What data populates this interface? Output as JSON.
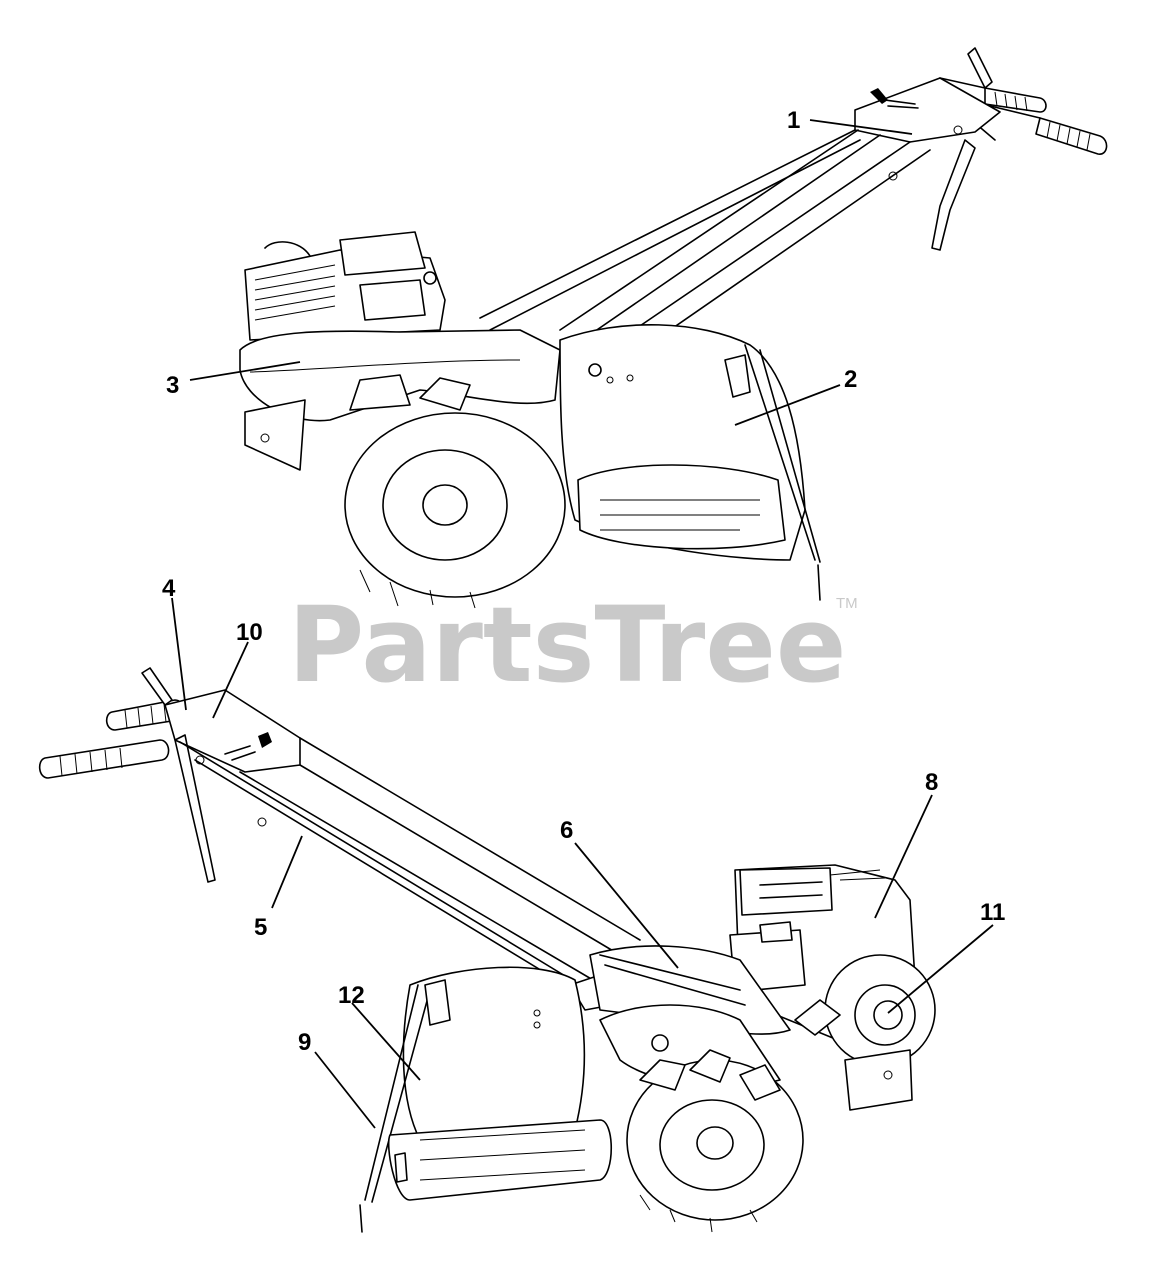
{
  "watermark": {
    "text": "PartsTree",
    "trademark": "TM"
  },
  "callouts": [
    {
      "id": "1",
      "label": "1"
    },
    {
      "id": "2",
      "label": "2"
    },
    {
      "id": "3",
      "label": "3"
    },
    {
      "id": "4",
      "label": "4"
    },
    {
      "id": "5",
      "label": "5"
    },
    {
      "id": "6",
      "label": "6"
    },
    {
      "id": "8",
      "label": "8"
    },
    {
      "id": "9",
      "label": "9"
    },
    {
      "id": "10",
      "label": "10"
    },
    {
      "id": "11",
      "label": "11"
    },
    {
      "id": "12",
      "label": "12"
    }
  ],
  "colors": {
    "line": "#000000",
    "background": "#ffffff",
    "watermark": "#c9c9c9"
  }
}
